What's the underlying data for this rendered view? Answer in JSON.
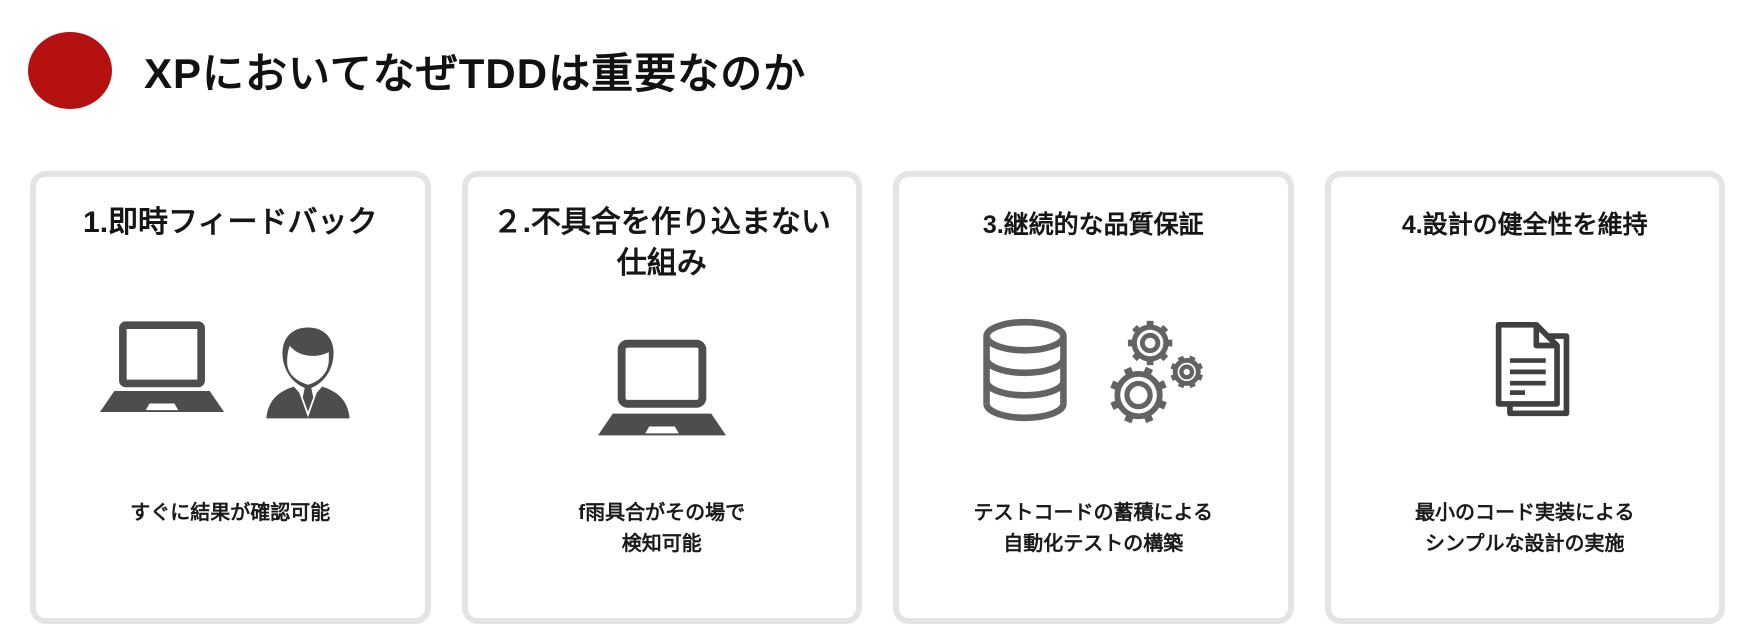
{
  "header": {
    "title": "XPにおいてなぜTDDは重要なのか"
  },
  "colors": {
    "bullet-red": "#b51111",
    "card-border": "#e4e4e4",
    "icon-fill": "#4d4d4d",
    "icon-outline": "#636363",
    "doc-outline": "#404040",
    "text": "#1a1a1a"
  },
  "cards": [
    {
      "title_lines": [
        "1.即時フィードバック"
      ],
      "icons": [
        "laptop-icon",
        "businessman-icon"
      ],
      "caption_lines": [
        "すぐに結果が確認可能"
      ]
    },
    {
      "title_lines": [
        "２.不具合を作り込まない",
        "仕組み"
      ],
      "icons": [
        "laptop-icon"
      ],
      "caption_lines": [
        "f雨具合がその場で",
        "検知可能"
      ]
    },
    {
      "title_lines": [
        "3.継続的な品質保証"
      ],
      "icons": [
        "database-icon",
        "gears-icon"
      ],
      "caption_lines": [
        "テストコードの蓄積による",
        "自動化テストの構築"
      ]
    },
    {
      "title_lines": [
        "4.設計の健全性を維持"
      ],
      "icons": [
        "documents-icon"
      ],
      "caption_lines": [
        "最小のコード実装による",
        "シンプルな設計の実施"
      ]
    }
  ]
}
